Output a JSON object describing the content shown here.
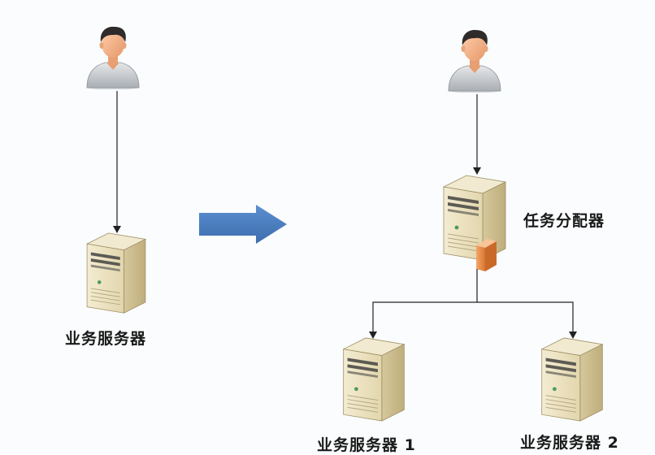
{
  "labels": {
    "left_server": "业务服务器",
    "dispatcher": "任务分配器",
    "server_1": "业务服务器 1",
    "server_2": "业务服务器 2"
  },
  "colors": {
    "arrow_blue": "#4a7ec0",
    "server_body": "#ece2c2",
    "server_side": "#cbbd92",
    "connector_line": "#222222",
    "background": "#fafcfd"
  },
  "icons": {
    "user": "user-icon",
    "server": "server-icon",
    "transform_arrow": "arrow-right-icon"
  }
}
